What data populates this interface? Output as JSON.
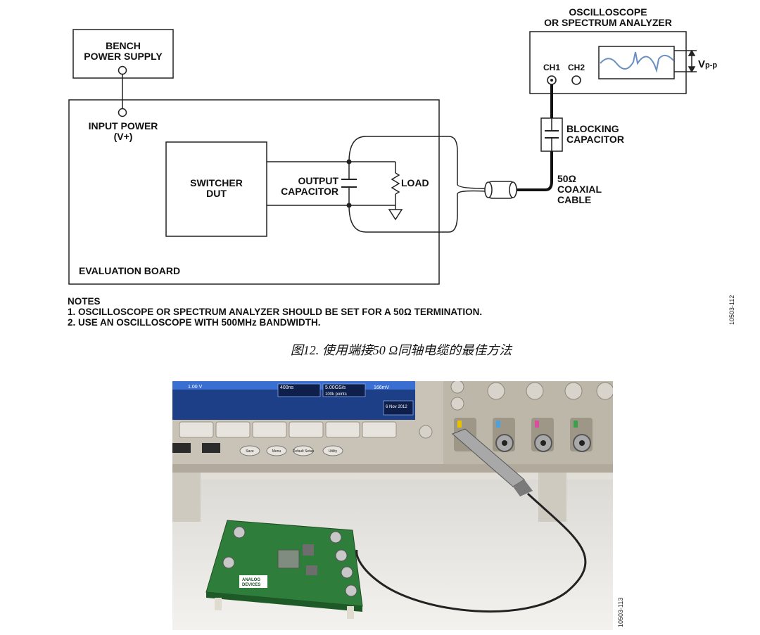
{
  "diagram": {
    "bench_power_supply": {
      "line1": "BENCH",
      "line2": "POWER SUPPLY"
    },
    "input_power": {
      "line1": "INPUT POWER",
      "line2": "(V+)"
    },
    "switcher_dut": {
      "line1": "SWITCHER",
      "line2": "DUT"
    },
    "output_capacitor": {
      "line1": "OUTPUT",
      "line2": "CAPACITOR"
    },
    "load": "LOAD",
    "evaluation_board": "EVALUATION BOARD",
    "oscilloscope": {
      "line1": "OSCILLOSCOPE",
      "line2": "OR SPECTRUM ANALYZER"
    },
    "ch1": "CH1",
    "ch2": "CH2",
    "vpp": {
      "main": "V",
      "sub": "p-p"
    },
    "blocking_capacitor": {
      "line1": "BLOCKING",
      "line2": "CAPACITOR"
    },
    "coax": {
      "line1": "50Ω",
      "line2": "COAXIAL",
      "line3": "CABLE"
    }
  },
  "notes": {
    "title": "NOTES",
    "items": [
      "1. OSCILLOSCOPE OR SPECTRUM ANALYZER SHOULD BE SET FOR A 50Ω TERMINATION.",
      "2. USE AN OSCILLOSCOPE WITH 500MHz BANDWIDTH."
    ]
  },
  "figure_id_top": "10503-112",
  "caption": "图12. 使用端接50 Ω同轴电缆的最佳方法",
  "photo": {
    "figure_id": "10503-113",
    "screen_items": [
      "1.00 V",
      "400ns",
      "5.00GS/s",
      "100k points",
      "166mV",
      "6 Nov 2012"
    ],
    "buttons": [
      "Save",
      "Menu",
      "Default Setup",
      "Utility"
    ],
    "board_brand": {
      "line1": "ANALOG",
      "line2": "DEVICES"
    }
  },
  "colors": {
    "trace": "#6a8fc0",
    "board": "#2e7d3a",
    "scope_body": "#c9c3b7"
  }
}
